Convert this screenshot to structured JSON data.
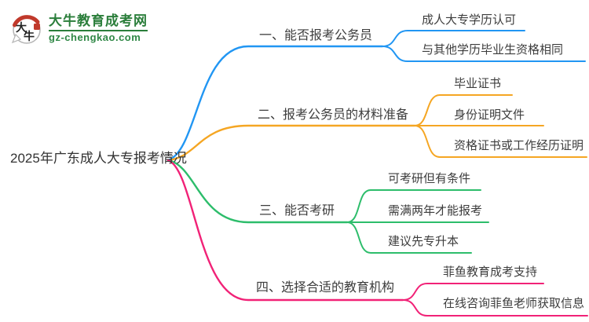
{
  "brand": {
    "name": "大牛教育成考网",
    "domain": "gz-chengkao.com",
    "logo_char_1": "大",
    "logo_char_2": "牛",
    "logo_green": "#2b7e3b",
    "logo_red": "#c0392b"
  },
  "root": {
    "label": "2025年广东成人大专报考情况"
  },
  "colors": {
    "branch1": "#2196f3",
    "branch2": "#f5a623",
    "branch3": "#2dbd6b",
    "branch4": "#f12277"
  },
  "branches": [
    {
      "label": "一、能否报考公务员",
      "color": "#2196f3",
      "children": [
        {
          "label": "成人大专学历认可"
        },
        {
          "label": "与其他学历毕业生资格相同"
        }
      ]
    },
    {
      "label": "二、报考公务员的材料准备",
      "color": "#f5a623",
      "children": [
        {
          "label": "毕业证书"
        },
        {
          "label": "身份证明文件"
        },
        {
          "label": "资格证书或工作经历证明"
        }
      ]
    },
    {
      "label": "三、能否考研",
      "color": "#2dbd6b",
      "children": [
        {
          "label": "可考研但有条件"
        },
        {
          "label": "需满两年才能报考"
        },
        {
          "label": "建议先专升本"
        }
      ]
    },
    {
      "label": "四、选择合适的教育机构",
      "color": "#f12277",
      "children": [
        {
          "label": "菲鱼教育成考支持"
        },
        {
          "label": "在线咨询菲鱼老师获取信息"
        }
      ]
    }
  ]
}
